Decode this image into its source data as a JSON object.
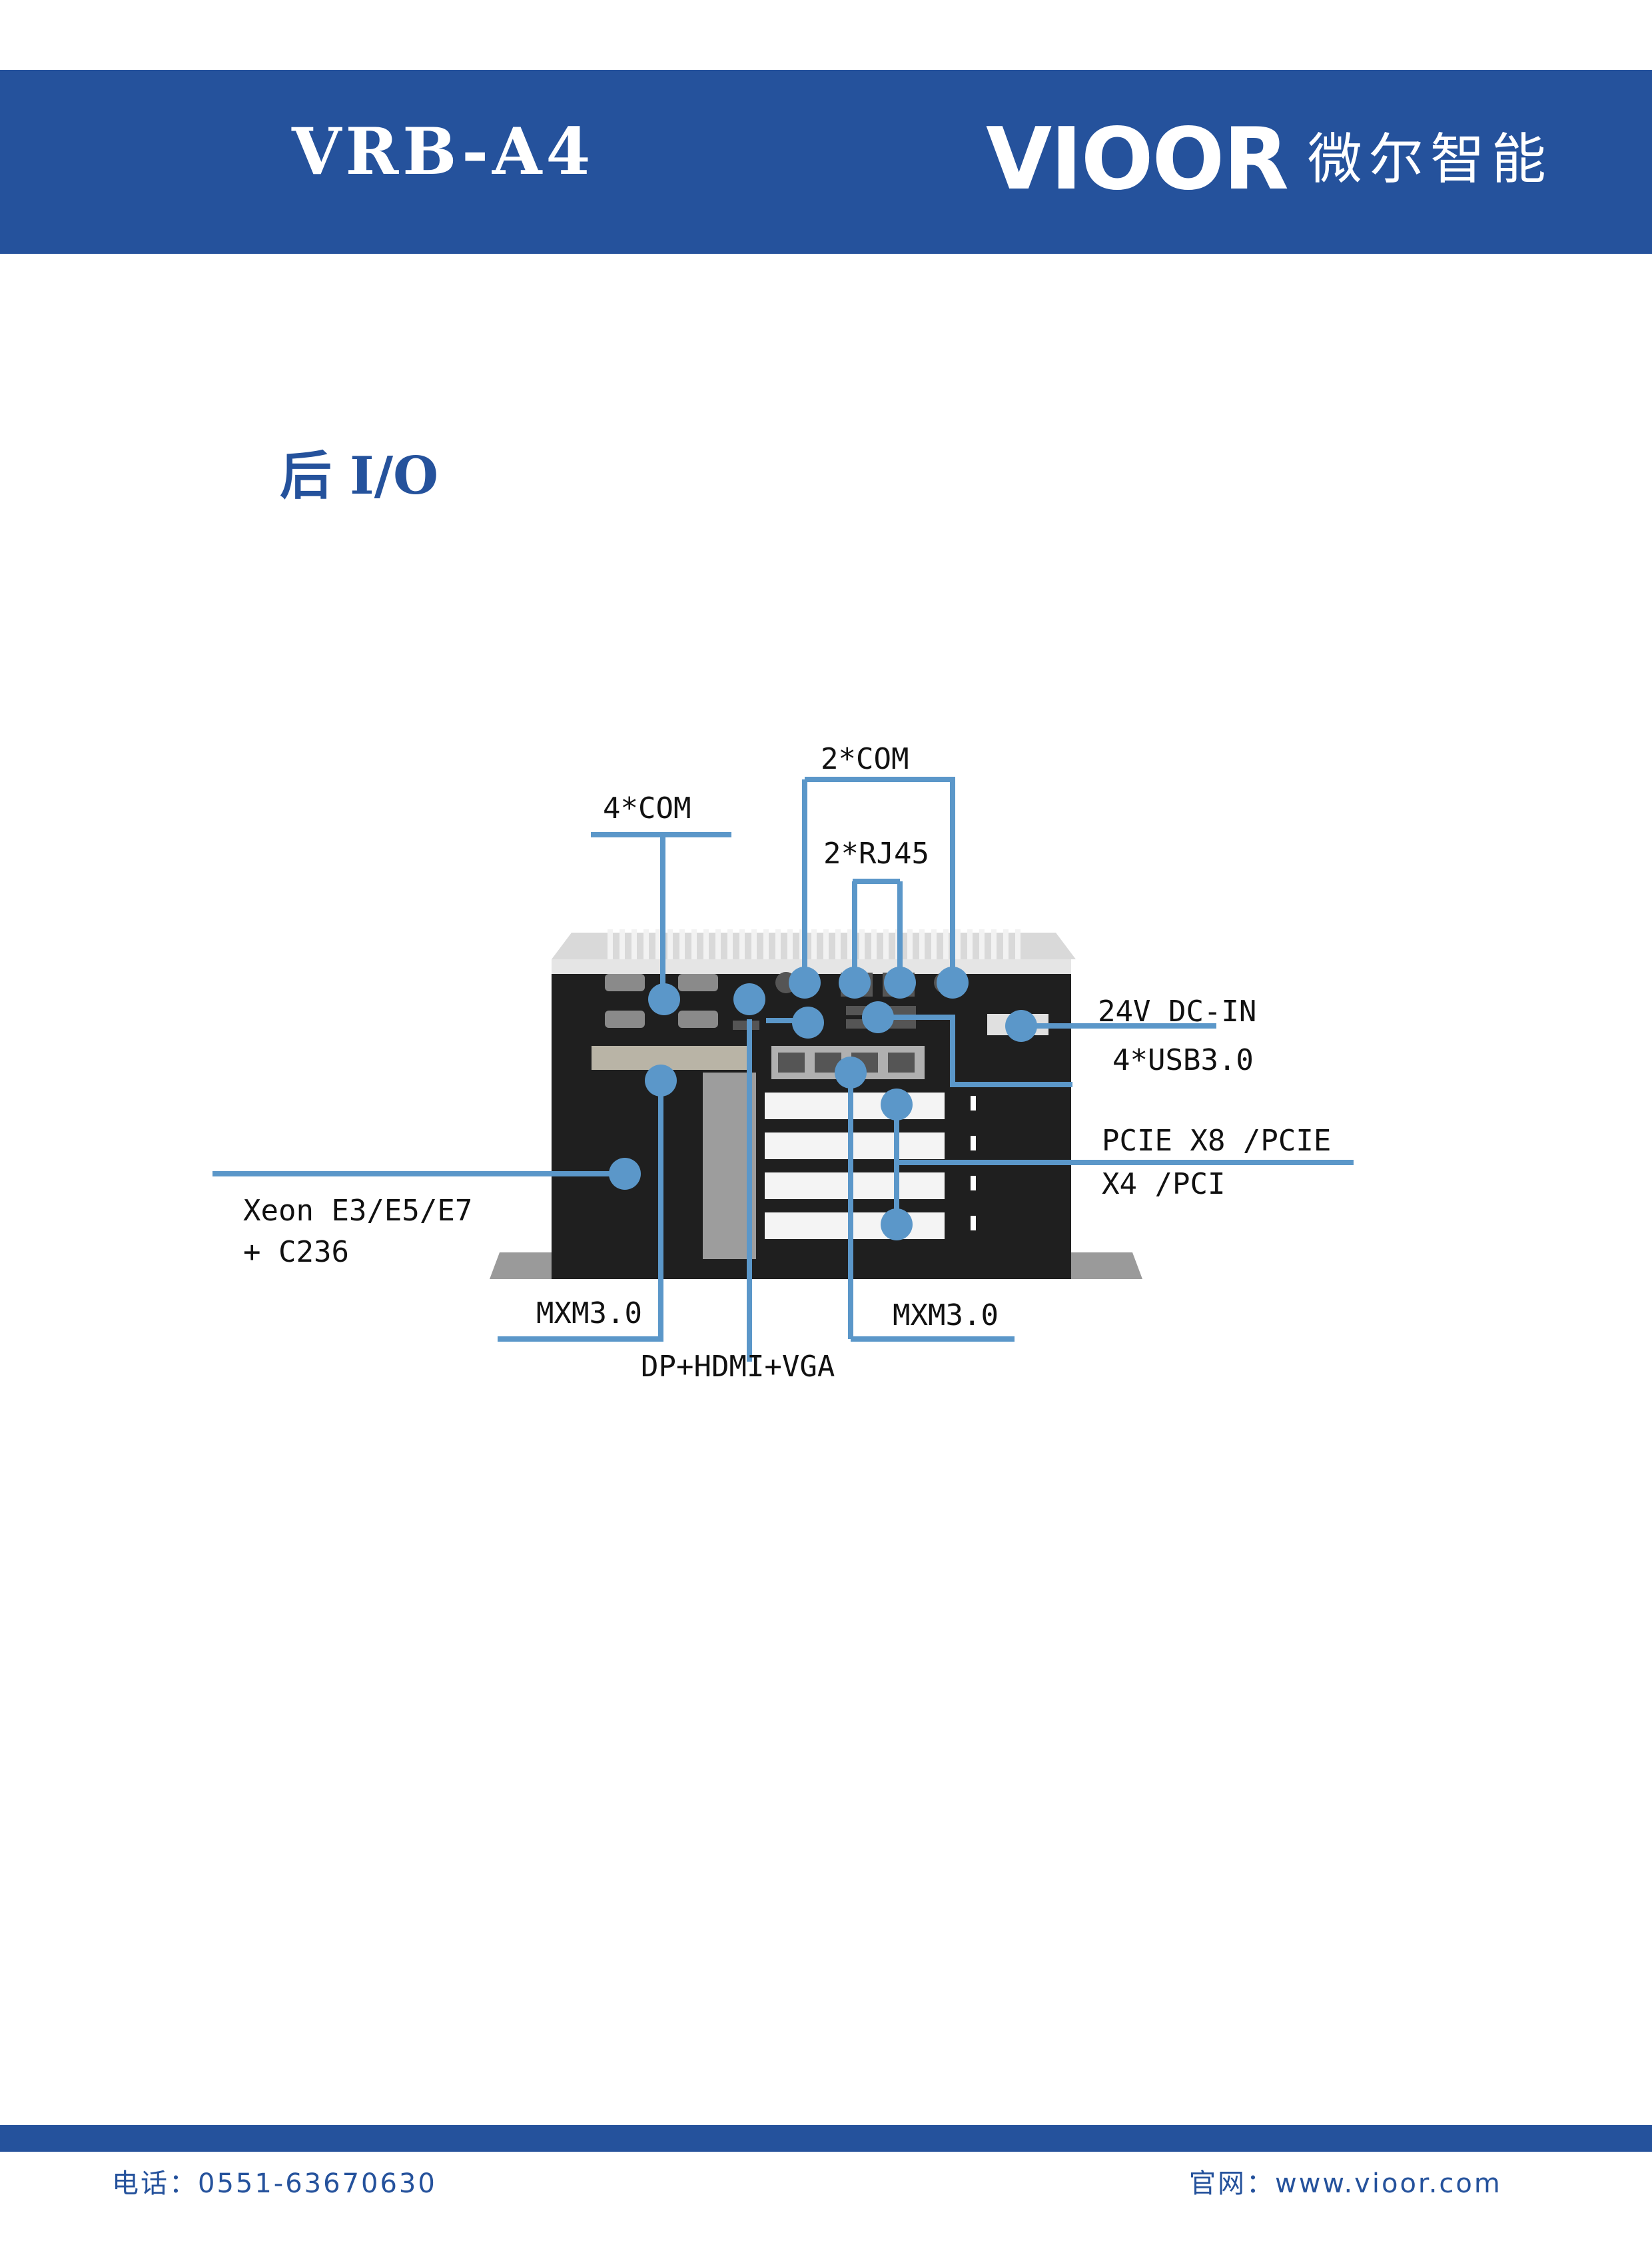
{
  "header": {
    "model": "VRB-A4",
    "logo_word": "VIOOR",
    "logo_cn": "微尔智能"
  },
  "section": {
    "title": "后 I/O"
  },
  "callouts": {
    "com_top": "2*COM",
    "com_left": "4*COM",
    "rj45": "2*RJ45",
    "dc_in": "24V DC-IN",
    "usb": "4*USB3.0",
    "pcie_line1": "PCIE X8 /PCIE",
    "pcie_line2": "X4 /PCI",
    "cpu_line1": "Xeon E3/E5/E7",
    "cpu_line2": "+ C236",
    "mxm_left": "MXM3.0",
    "mxm_right": "MXM3.0",
    "display": "DP+HDMI+VGA"
  },
  "footer": {
    "phone": "电话：0551-63670630",
    "website": "官网：www.vioor.com"
  },
  "colors": {
    "brand_blue": "#25529c",
    "callout_blue": "#5b97c9",
    "chassis_dark": "#1f1f1f"
  }
}
